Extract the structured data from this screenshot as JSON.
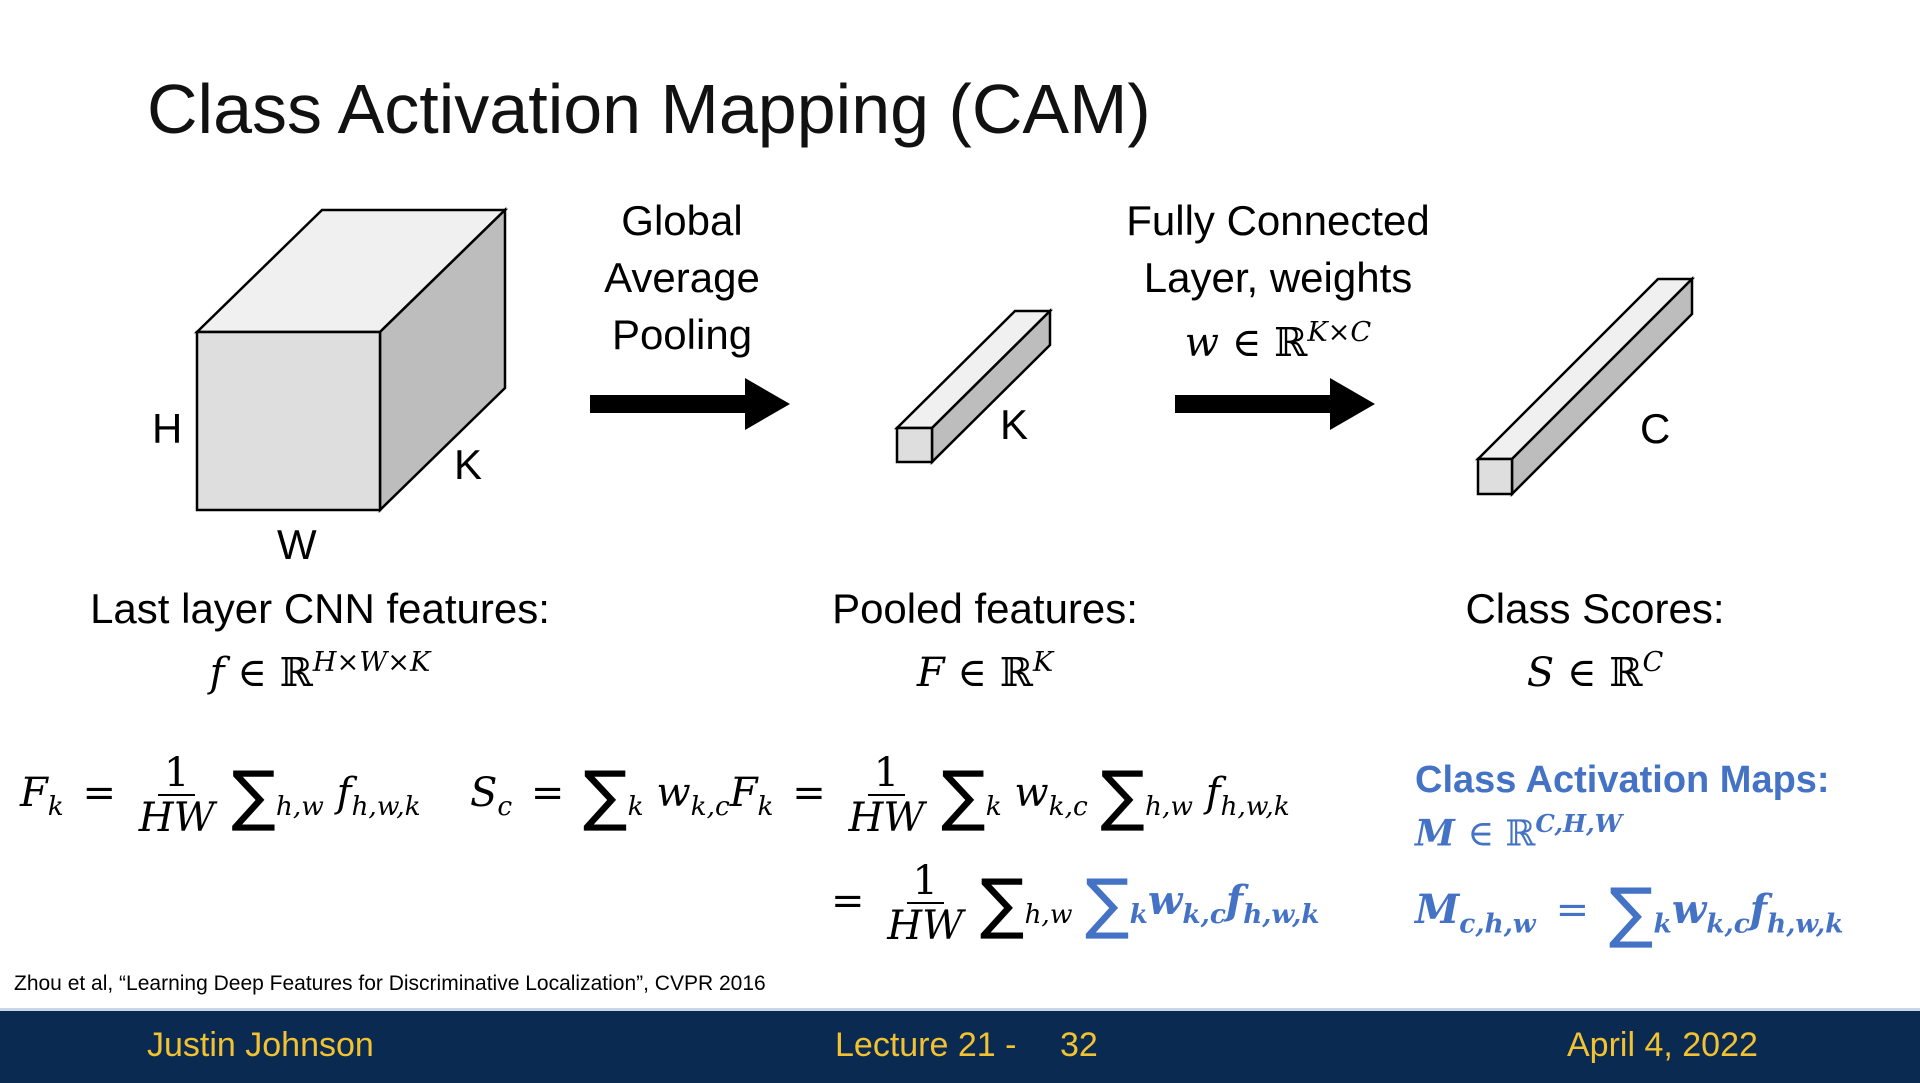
{
  "title": "Class Activation Mapping (CAM)",
  "labels": {
    "gap": [
      "Global",
      "Average",
      "Pooling"
    ],
    "fc_line1": "Fully Connected",
    "fc_line2": "Layer, weights",
    "fc_math_var": "w",
    "fc_math_set": "∈ ℝ",
    "fc_math_exp": "K×C",
    "dim_h": "H",
    "dim_w": "W",
    "dim_k": "K",
    "dim_k2": "K",
    "dim_c": "C"
  },
  "captions": {
    "last_layer": "Last layer CNN features:",
    "last_layer_var": "f",
    "last_layer_set": "∈ ℝ",
    "last_layer_exp": "H×W×K",
    "pooled": "Pooled features:",
    "pooled_var": "F",
    "pooled_set": "∈ ℝ",
    "pooled_exp": "K",
    "scores": "Class Scores:",
    "scores_var": "S",
    "scores_set": "∈ ℝ",
    "scores_exp": "C"
  },
  "equations": {
    "fk_lhs": "F",
    "fk_lhs_sub": "k",
    "one": "1",
    "hw": "HW",
    "sum": "∑",
    "sub_hw": "h,w",
    "sub_k": "k",
    "f": "f",
    "f_sub": "h,w,k",
    "eq": "=",
    "sc_lhs": "S",
    "sc_lhs_sub": "c",
    "w": "w",
    "w_sub": "k,c",
    "Fk": "F",
    "Fk_sub": "k"
  },
  "cam": {
    "title": "Class Activation Maps:",
    "m_var": "M",
    "m_set": "∈ ℝ",
    "m_exp": "C,H,W",
    "m_lhs_sub": "c,h,w"
  },
  "citation": "Zhou et al, “Learning Deep Features for Discriminative Localization”, CVPR 2016",
  "footer": {
    "author": "Justin Johnson",
    "lecture": "Lecture 21 -",
    "page": "32",
    "date": "April 4, 2022"
  },
  "colors": {
    "accent_blue": "#4472c4",
    "footer_bg": "#0a2a52",
    "footer_text": "#f2c230"
  }
}
